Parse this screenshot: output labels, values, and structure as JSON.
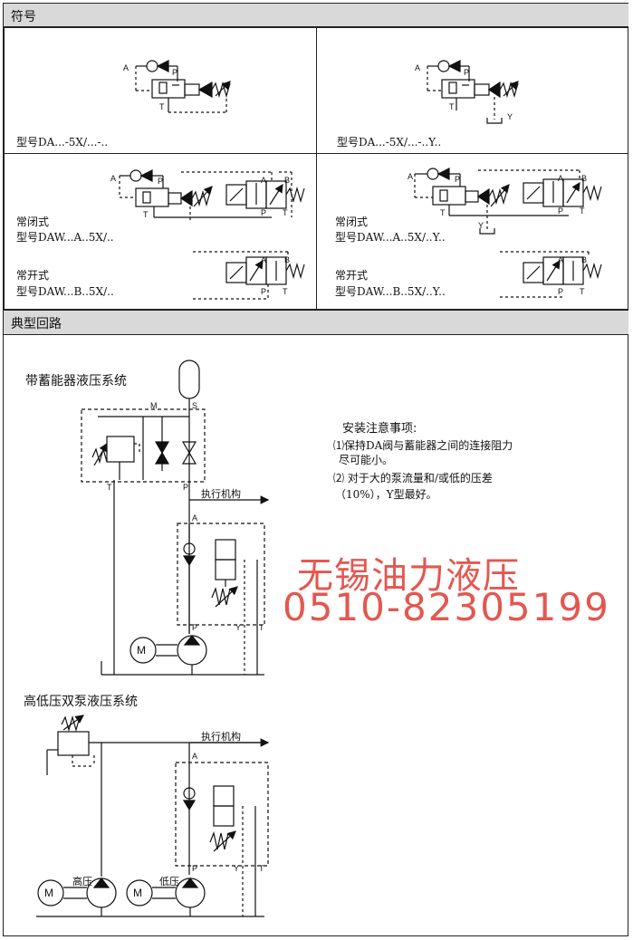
{
  "sections": {
    "symbols_title": "符号",
    "circuits_title": "典型回路"
  },
  "symbols": {
    "model_1": "型号DA...-5X/...-..",
    "model_2": "型号DA...-5X/...-..Y..",
    "nc_1": "常闭式",
    "model_3": "型号DAW...A..5X/..",
    "nc_2": "常闭式",
    "model_4": "型号DAW...A..5X/..Y..",
    "no_1": "常开式",
    "model_5": "型号DAW...B..5X/..",
    "no_2": "常开式",
    "model_6": "型号DAW...B..5X/..Y.."
  },
  "ports": {
    "A": "A",
    "P": "P",
    "T": "T",
    "Y": "Y",
    "B": "B",
    "M": "M",
    "S": "S"
  },
  "circuit1": {
    "title": "带蓄能器液压系统",
    "actuator": "执行机构",
    "motor": "M"
  },
  "notes": {
    "title": "安装注意事项:",
    "line1": "⑴保持DA阀与蓄能器之间的连接阻力",
    "line2": "尽可能小。",
    "line3": "⑵ 对于大的泵流量和/或低的压差",
    "line4": "（10%），Y型最好。"
  },
  "watermark": {
    "company": "无锡油力液压",
    "phone": "0510-82305199"
  },
  "circuit2": {
    "title": "高低压双泵液压系统",
    "actuator": "执行机构",
    "high": "高压",
    "low": "低压",
    "motor": "M"
  },
  "colors": {
    "watermark": "#e4574f",
    "header_bg": "#d9d9d9"
  }
}
